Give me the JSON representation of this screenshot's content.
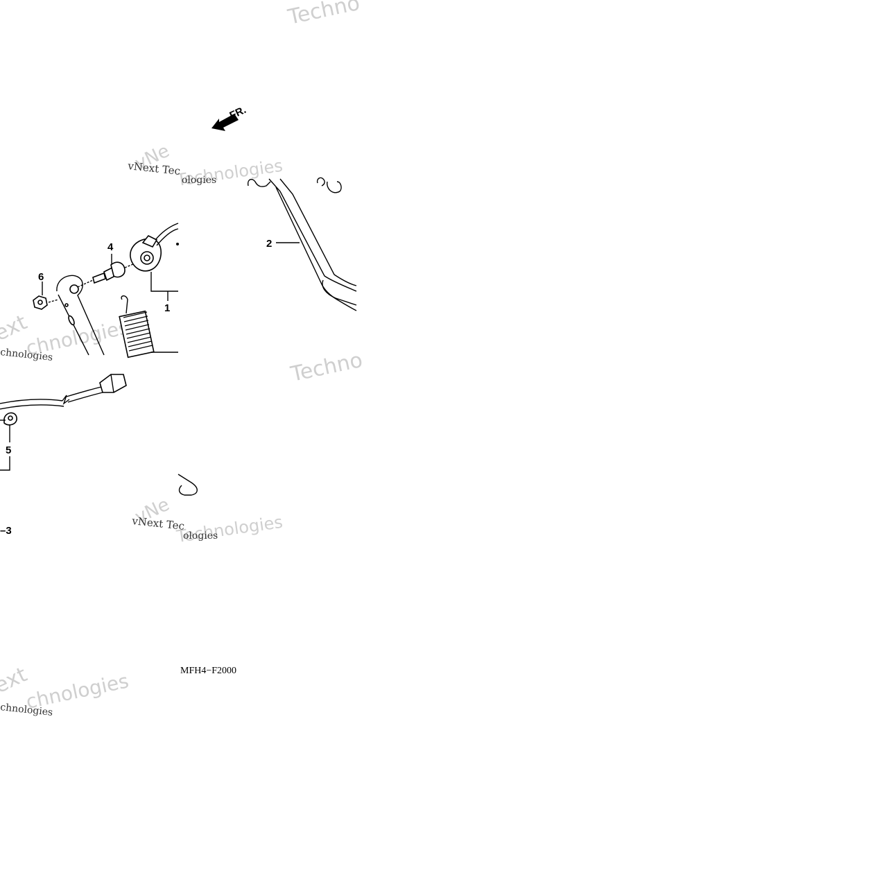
{
  "diagram": {
    "direction_label": "FR.",
    "drawing_code": "MFH4−F2000",
    "callouts": [
      {
        "id": "1",
        "text": "1"
      },
      {
        "id": "2",
        "text": "2"
      },
      {
        "id": "3",
        "text": "–3"
      },
      {
        "id": "4",
        "text": "4"
      },
      {
        "id": "5",
        "text": "5"
      },
      {
        "id": "6",
        "text": "6"
      }
    ]
  },
  "watermarks": {
    "text_a": "vNext Tec",
    "text_b": "Technologies",
    "text_c": "Techno",
    "text_d": "ext",
    "text_e": "chnologies",
    "text_f": "vNe"
  }
}
